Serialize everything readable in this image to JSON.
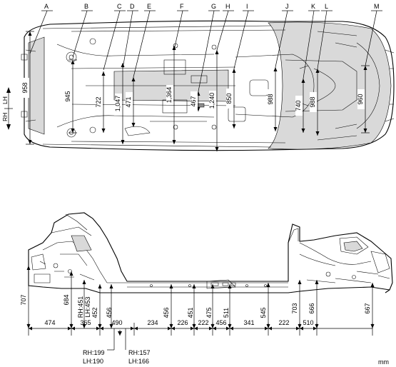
{
  "point_labels": [
    "A",
    "B",
    "C",
    "D",
    "E",
    "F",
    "G",
    "H",
    "I",
    "J",
    "K",
    "L",
    "M"
  ],
  "direction_indicator": {
    "rh": "RH",
    "lh": "LH"
  },
  "top_view_widths": [
    "958",
    "945",
    "722",
    "1,047",
    "471",
    "1,364",
    "467",
    "1,240",
    "850",
    "988",
    "740",
    "988",
    "960"
  ],
  "side_view_heights": [
    "707",
    "684",
    "RH:451",
    "LH:453",
    "452",
    "456",
    "456",
    "451",
    "475",
    "511",
    "545",
    "703",
    "666",
    "667"
  ],
  "side_view_lengths": [
    "474",
    "365",
    "490",
    "234",
    "226",
    "222",
    "456",
    "341",
    "222",
    "510"
  ],
  "side_view_offsets": {
    "rh_199": "RH:199",
    "lh_190": "LH:190",
    "rh_157": "RH:157",
    "lh_166": "LH:166"
  },
  "unit": "mm"
}
